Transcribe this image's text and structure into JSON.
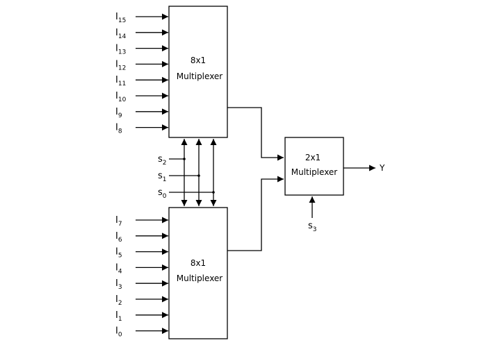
{
  "upper_mux": {
    "line1": "8x1",
    "line2": "Multiplexer",
    "inputs": [
      {
        "base": "I",
        "sub": "15"
      },
      {
        "base": "I",
        "sub": "14"
      },
      {
        "base": "I",
        "sub": "13"
      },
      {
        "base": "I",
        "sub": "12"
      },
      {
        "base": "I",
        "sub": "11"
      },
      {
        "base": "I",
        "sub": "10"
      },
      {
        "base": "I",
        "sub": "9"
      },
      {
        "base": "I",
        "sub": "8"
      }
    ]
  },
  "lower_mux": {
    "line1": "8x1",
    "line2": "Multiplexer",
    "inputs": [
      {
        "base": "I",
        "sub": "7"
      },
      {
        "base": "I",
        "sub": "6"
      },
      {
        "base": "I",
        "sub": "5"
      },
      {
        "base": "I",
        "sub": "4"
      },
      {
        "base": "I",
        "sub": "3"
      },
      {
        "base": "I",
        "sub": "2"
      },
      {
        "base": "I",
        "sub": "1"
      },
      {
        "base": "I",
        "sub": "0"
      }
    ]
  },
  "selects": [
    {
      "base": "s",
      "sub": "2"
    },
    {
      "base": "s",
      "sub": "1"
    },
    {
      "base": "s",
      "sub": "0"
    }
  ],
  "final_mux": {
    "line1": "2x1",
    "line2": "Multiplexer",
    "select": {
      "base": "s",
      "sub": "3"
    },
    "output": "Y"
  }
}
